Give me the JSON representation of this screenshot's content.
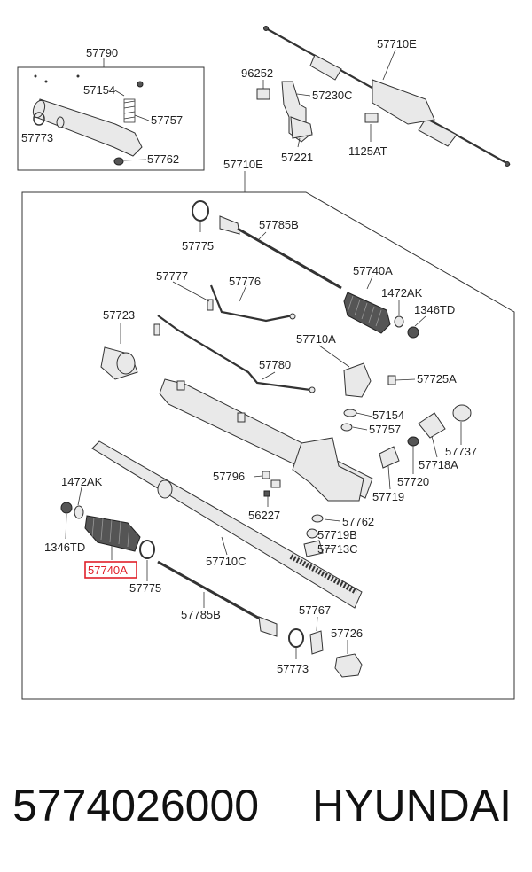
{
  "labels": {
    "l_57790": "57790",
    "l_57154_top": "57154",
    "l_57757_top": "57757",
    "l_57773_top": "57773",
    "l_57762_top": "57762",
    "l_96252": "96252",
    "l_57230C": "57230C",
    "l_57221": "57221",
    "l_57710E_top": "57710E",
    "l_1125AT": "1125AT",
    "l_57710E_box": "57710E",
    "l_57775_a": "57775",
    "l_57785B_a": "57785B",
    "l_57777": "57777",
    "l_57776": "57776",
    "l_57740A_a": "57740A",
    "l_1472AK_a": "1472AK",
    "l_1346TD_a": "1346TD",
    "l_57723": "57723",
    "l_57710A": "57710A",
    "l_57780": "57780",
    "l_57725A": "57725A",
    "l_57154_b": "57154",
    "l_57757_b": "57757",
    "l_57737": "57737",
    "l_57718A": "57718A",
    "l_57720": "57720",
    "l_57719": "57719",
    "l_57796": "57796",
    "l_1472AK_b": "1472AK",
    "l_56227": "56227",
    "l_57762_b": "57762",
    "l_57719B": "57719B",
    "l_57713C": "57713C",
    "l_1346TD_b": "1346TD",
    "l_57740A_hl": "57740A",
    "l_57775_b": "57775",
    "l_57710C": "57710C",
    "l_57785B_b": "57785B",
    "l_57767": "57767",
    "l_57726": "57726",
    "l_57773_b": "57773"
  },
  "highlight_color": "#e0202a",
  "footer": {
    "part_number": "5774026000",
    "brand": "HYUNDAI"
  }
}
